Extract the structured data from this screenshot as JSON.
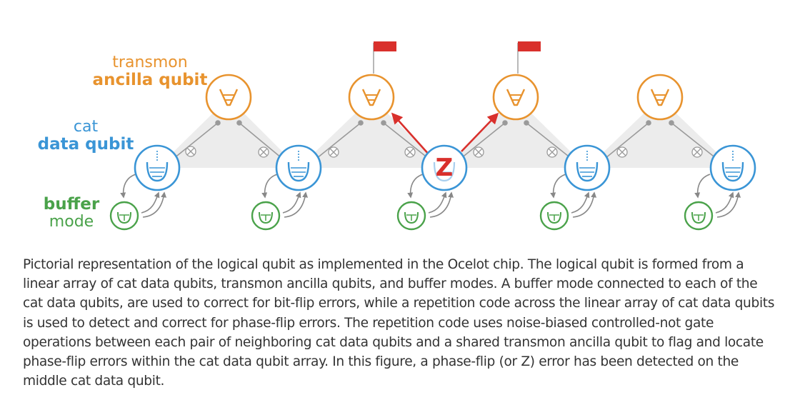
{
  "labels": {
    "ancilla_line1": "transmon",
    "ancilla_line2": "ancilla qubit",
    "data_line1": "cat",
    "data_line2": "data qubit",
    "buffer_line1": "buffer",
    "buffer_line2": "mode"
  },
  "error_marker": "Z",
  "colors": {
    "ancilla": "#e8932e",
    "data": "#3a95d6",
    "buffer": "#4aa24a",
    "flag": "#d9302c",
    "coupler_fill": "#ececec",
    "caption_text": "#333333"
  },
  "caption": "Pictorial representation of the logical qubit as implemented in the Ocelot chip. The logical qubit is formed from a linear array of cat data qubits, transmon ancilla qubits, and buffer modes. A buffer mode connected to each of the cat data qubits, are used to correct for bit-flip errors, while a repetition code across the linear array of cat data qubits is used to detect and correct for phase-flip errors. The repetition code uses noise-biased controlled-not gate operations between each pair of neighboring cat data qubits and a shared transmon ancilla qubit to flag and locate phase-flip errors within the cat data qubit array. In this figure, a phase-flip (or Z) error has been detected on the middle cat data qubit."
}
